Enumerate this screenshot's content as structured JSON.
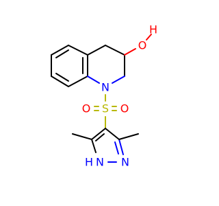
{
  "molecule": {
    "atoms": {
      "hydroxyl_oxygen": "O",
      "hydroxyl_hydrogen": "H",
      "ring_nitrogen": "N",
      "sulfur": "S",
      "sulfonyl_oxygen_left": "O",
      "sulfonyl_oxygen_right": "O",
      "pyrazole_n2": "N",
      "pyrazole_n1h": "N",
      "pyrazole_n1h_hydrogen": "H"
    },
    "colors": {
      "carbon_bond": "#000000",
      "oxygen": "#ff0000",
      "nitrogen": "#0000ff",
      "sulfur": "#b8b800",
      "background": "#ffffff"
    }
  }
}
